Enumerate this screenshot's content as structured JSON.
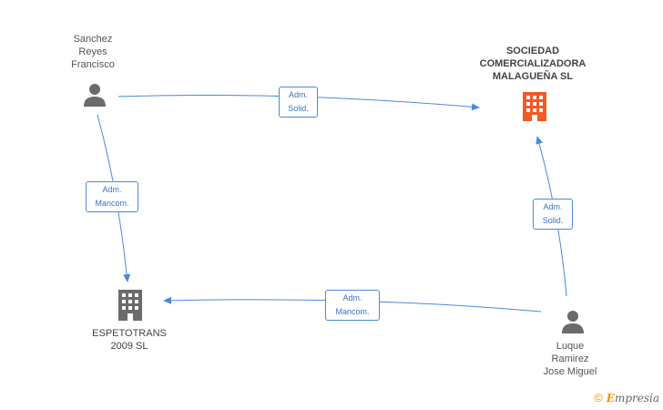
{
  "nodes": {
    "sanchez": {
      "label": "Sanchez\nReyes\nFrancisco",
      "kind": "person"
    },
    "sociedad": {
      "label": "SOCIEDAD\nCOMERCIALIZADORA\nMALAGUEÑA SL",
      "kind": "company-main"
    },
    "espetotrans": {
      "label": "ESPETOTRANS\n2009 SL",
      "kind": "company"
    },
    "luque": {
      "label": "Luque\nRamirez\nJose Miguel",
      "kind": "person"
    }
  },
  "edges": [
    {
      "from": "sanchez",
      "to": "sociedad",
      "line1": "Adm.",
      "line2": "Solid."
    },
    {
      "from": "sanchez",
      "to": "espetotrans",
      "line1": "Adm.",
      "line2": "Mancom."
    },
    {
      "from": "luque",
      "to": "espetotrans",
      "line1": "Adm.",
      "line2": "Mancom."
    },
    {
      "from": "luque",
      "to": "sociedad",
      "line1": "Adm.",
      "line2": "Solid."
    }
  ],
  "brand": {
    "copyright": "©",
    "initial": "E",
    "rest": "mpresia"
  },
  "colors": {
    "edge": "#4a89dc",
    "person_icon": "#6b6b6b",
    "company_icon": "#6b6b6b",
    "main_company_icon": "#f15a24"
  }
}
